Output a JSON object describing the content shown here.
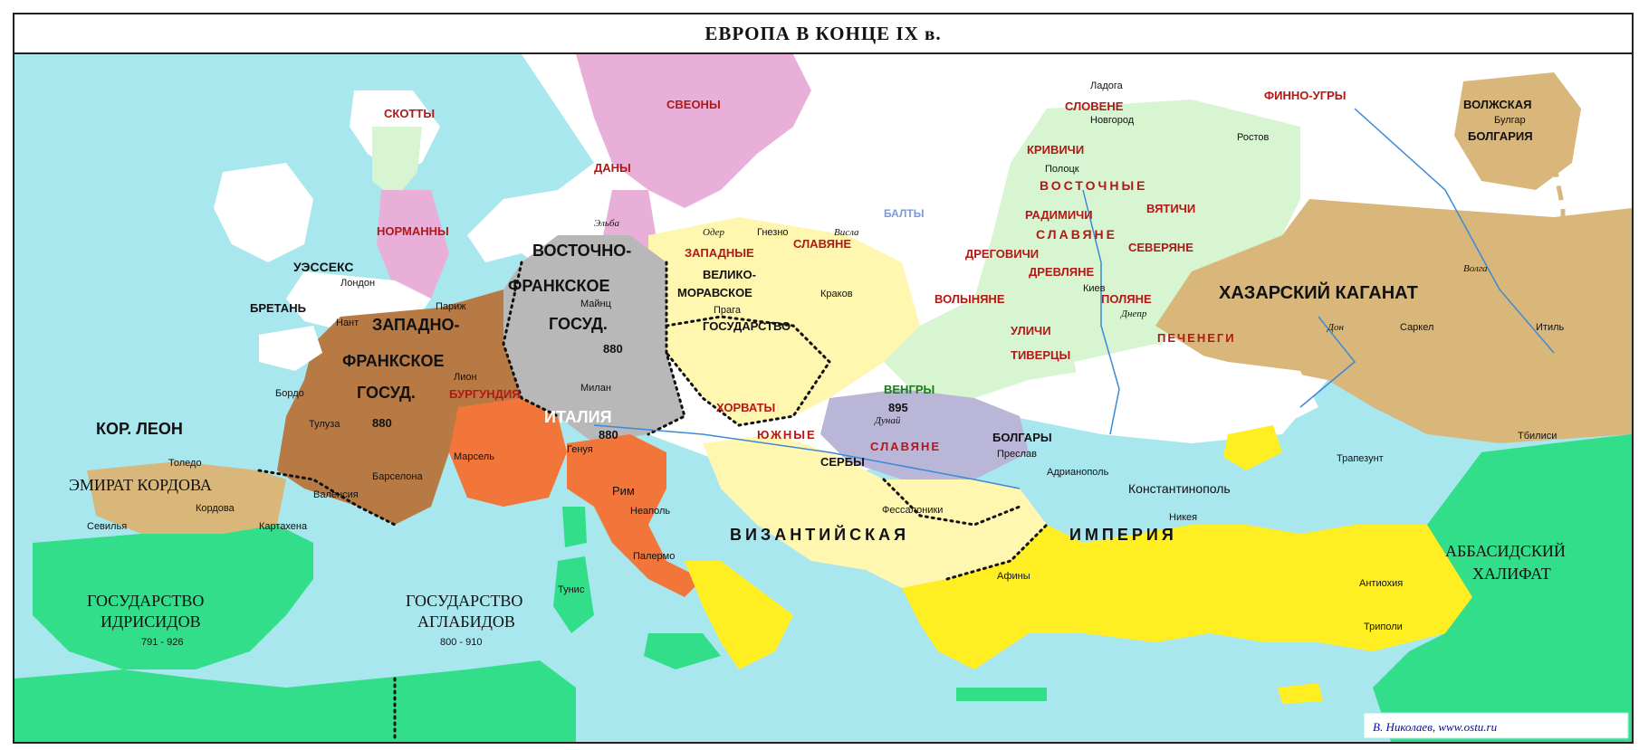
{
  "title": "ЕВРОПА В КОНЦЕ IX в.",
  "colors": {
    "sea": "#a9e7ef",
    "land": "#ffffff",
    "arab": "#33de8a",
    "byzantine": "#ffee22",
    "khazar": "#d9b77a",
    "frankish_east": "#b8b8b8",
    "frankish_west": "#b87a44",
    "italy": "#f2753a",
    "west_slavs": "#fff6b0",
    "east_slavs": "#d6f5d0",
    "scandinavia": "#e8b0d8",
    "hungarians": "#b9b6d8",
    "pechenegs": "#ffffff",
    "leon": "#d9b77a",
    "wessex": "#ffffff"
  },
  "states": {
    "skotty": "СКОТТЫ",
    "normanny": "НОРМАННЫ",
    "wessex": "УЭССЕКС",
    "svyony": "СВЕОНЫ",
    "dany": "ДАНЫ",
    "balty": "БАЛТЫ",
    "finno_ugry": "ФИННО-УГРЫ",
    "volga_1": "ВОЛЖСКАЯ",
    "volga_2": "БОЛГАРИЯ",
    "slovene": "СЛОВЕНЕ",
    "krivichi": "КРИВИЧИ",
    "vostochnye": "ВОСТОЧНЫЕ",
    "radimichi": "РАДИМИЧИ",
    "vyatichi": "ВЯТИЧИ",
    "slavyane_east": "СЛАВЯНЕ",
    "dregovichi": "ДРЕГОВИЧИ",
    "severyane": "СЕВЕРЯНЕ",
    "drevlyane": "ДРЕВЛЯНЕ",
    "volynyane": "ВОЛЫНЯНЕ",
    "polyane": "ПОЛЯНЕ",
    "ulichi": "УЛИЧИ",
    "tivertsy": "ТИВЕРЦЫ",
    "khazar": "ХАЗАРСКИЙ КАГАНАТ",
    "pechenegi": "ПЕЧЕНЕГИ",
    "east_frank_1": "ВОСТОЧНО-",
    "east_frank_2": "ФРАНКСКОЕ",
    "east_frank_3": "ГОСУД.",
    "east_frank_year": "880",
    "west_slavs_1": "ЗАПАДНЫЕ",
    "west_slavs_2": "СЛАВЯНЕ",
    "moravia_1": "ВЕЛИКО-",
    "moravia_2": "МОРАВСКОЕ",
    "moravia_3": "ГОСУДАРСТВО",
    "bretan": "БРЕТАНЬ",
    "west_frank_1": "ЗАПАДНО-",
    "west_frank_2": "ФРАНКСКОЕ",
    "west_frank_3": "ГОСУД.",
    "west_frank_year": "880",
    "burgundy": "БУРГУНДИЯ",
    "italy": "ИТАЛИЯ",
    "italy_year": "880",
    "hungarians": "ВЕНГРЫ",
    "hungarians_year": "895",
    "croats": "ХОРВАТЫ",
    "south_slavs_1": "ЮЖНЫЕ",
    "south_slavs_2": "СЛАВЯНЕ",
    "serbs": "СЕРБЫ",
    "bulgars": "БОЛГАРЫ",
    "leon": "КОР. ЛЕОН",
    "cordoba": "ЭМИРАТ КОРДОВА",
    "byz_1": "ВИЗАНТИЙСКАЯ",
    "byz_2": "ИМПЕРИЯ",
    "abbasid_1": "АББАСИДСКИЙ",
    "abbasid_2": "ХАЛИФАТ",
    "idrisid_1": "ГОСУДАРСТВО",
    "idrisid_2": "ИДРИСИДОВ",
    "idrisid_years": "791 - 926",
    "aghlabid_1": "ГОСУДАРСТВО",
    "aghlabid_2": "АГЛАБИДОВ",
    "aghlabid_years": "800 - 910"
  },
  "cities": {
    "london": "Лондон",
    "ladoga": "Ладога",
    "novgorod": "Новгород",
    "rostov": "Ростов",
    "bulgar": "Булгар",
    "polotsk": "Полоцк",
    "kiev": "Киев",
    "sarkel": "Саркел",
    "itil": "Итиль",
    "gniezno": "Гнезно",
    "krakow": "Краков",
    "prague": "Прага",
    "mainz": "Майнц",
    "paris": "Париж",
    "nantes": "Нант",
    "lyon": "Лион",
    "bordeaux": "Бордо",
    "toulouse": "Тулуза",
    "marseille": "Марсель",
    "milan": "Милан",
    "genoa": "Генуя",
    "rome": "Рим",
    "naples": "Неаполь",
    "palermo": "Палермо",
    "tunis": "Тунис",
    "toledo": "Толедо",
    "barcelona": "Барселона",
    "valencia": "Валенсия",
    "cordoba": "Кордова",
    "seville": "Севилья",
    "cartagena": "Картахена",
    "preslav": "Преслав",
    "adrianople": "Адрианополь",
    "constantinople": "Константинополь",
    "nicaea": "Никея",
    "thessaloniki": "Фессалоники",
    "athens": "Афины",
    "trebizond": "Трапезунт",
    "tbilisi": "Тбилиси",
    "antioch": "Антиохия",
    "tripoli": "Триполи"
  },
  "rivers": {
    "elbe": "Эльба",
    "oder": "Одер",
    "vistula": "Висла",
    "dnieper": "Днепр",
    "don": "Дон",
    "volga": "Волга",
    "danube": "Дунай"
  },
  "credit": "В. Николаев, www.ostu.ru"
}
